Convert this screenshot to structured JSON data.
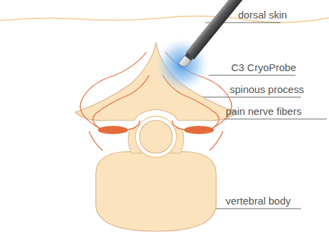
{
  "diagram": {
    "labels": [
      "dorsal skin",
      "C3 CryoProbe",
      "spinous process",
      "pain nerve fibers",
      "vertebral body"
    ]
  }
}
